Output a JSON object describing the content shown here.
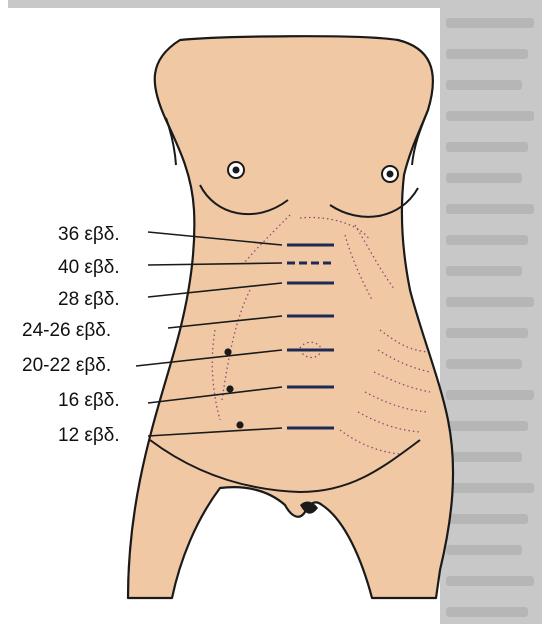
{
  "colors": {
    "page_background": "#ffffff",
    "skin": "#f0c9a4",
    "outline": "#1a1a1a",
    "fundal_line": "#1d2a55",
    "vein": "#8a4a78",
    "side_text": "#9a9a9a"
  },
  "labels": [
    {
      "id": "36",
      "text": "36 εβδ.",
      "line_style": "solid"
    },
    {
      "id": "40",
      "text": "40 εβδ.",
      "line_style": "dashed"
    },
    {
      "id": "28",
      "text": "28 εβδ.",
      "line_style": "solid"
    },
    {
      "id": "24-26",
      "text": "24-26 εβδ.",
      "line_style": "solid"
    },
    {
      "id": "20-22",
      "text": "20-22 εβδ.",
      "line_style": "solid"
    },
    {
      "id": "16",
      "text": "16 εβδ.",
      "line_style": "solid"
    },
    {
      "id": "12",
      "text": "12 εβδ.",
      "line_style": "solid"
    }
  ]
}
